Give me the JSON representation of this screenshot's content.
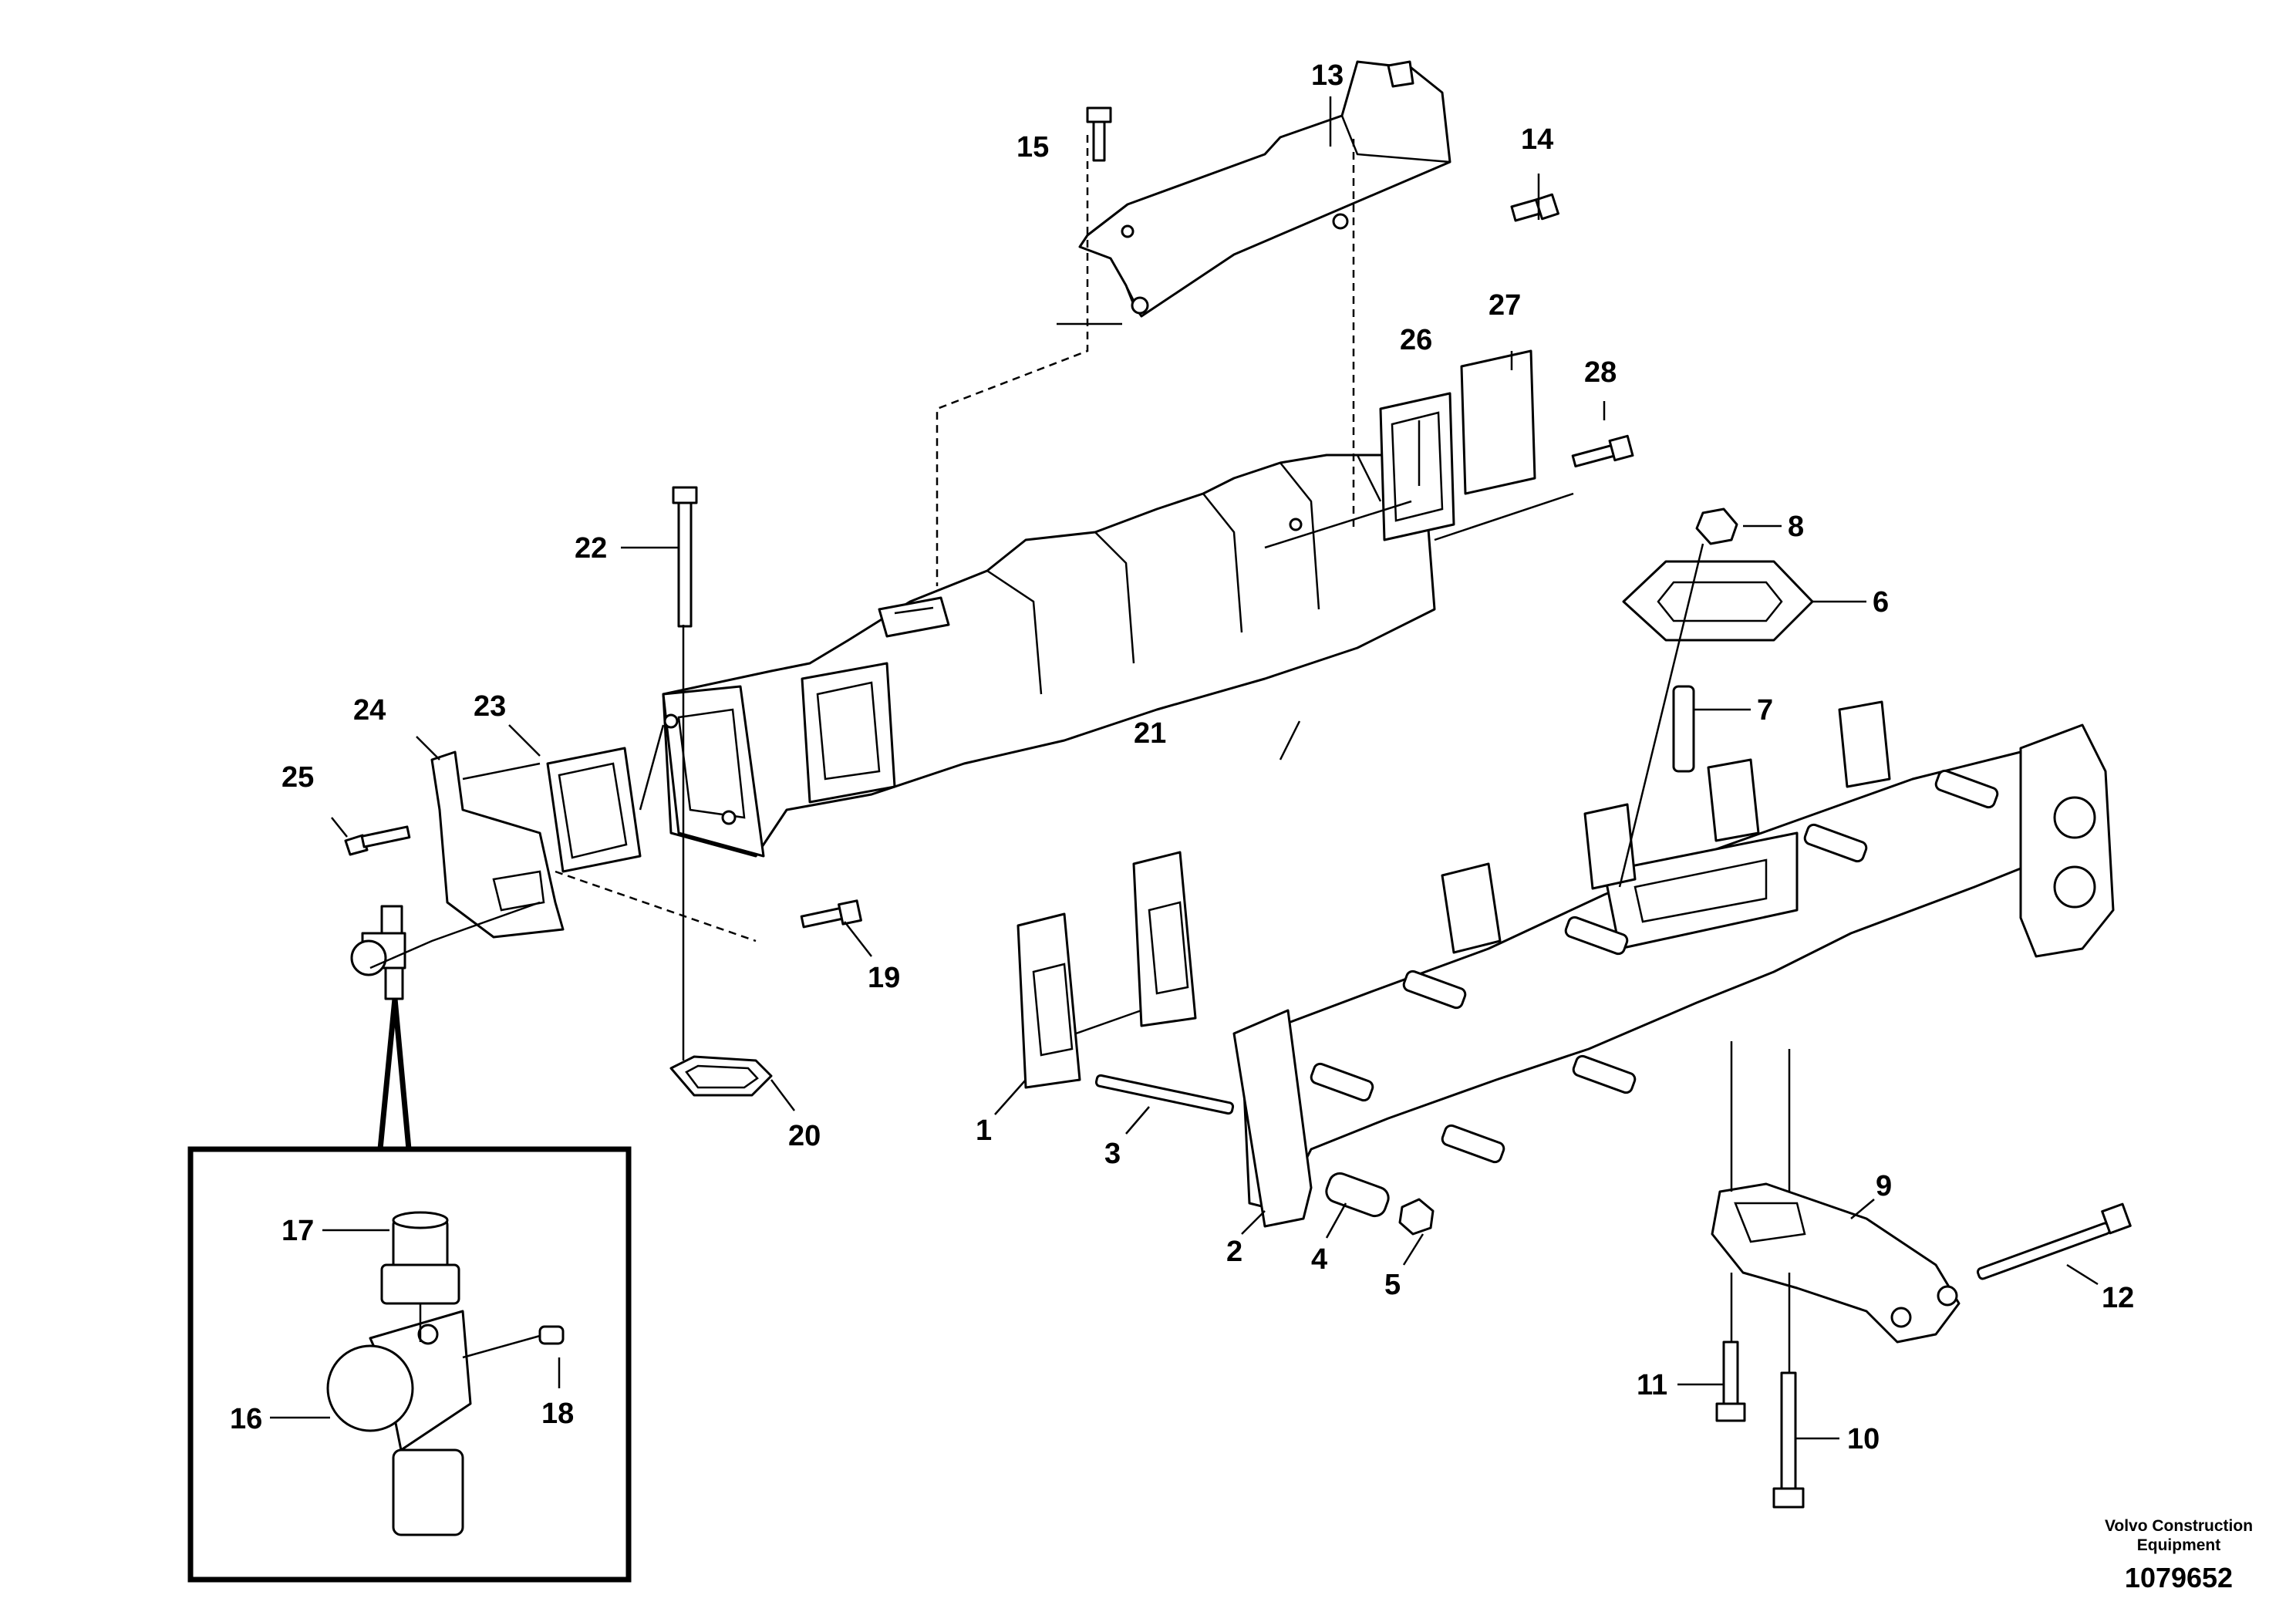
{
  "diagram": {
    "callouts": [
      "1",
      "2",
      "3",
      "4",
      "5",
      "6",
      "7",
      "8",
      "9",
      "10",
      "11",
      "12",
      "13",
      "14",
      "15",
      "16",
      "17",
      "18",
      "19",
      "20",
      "21",
      "22",
      "23",
      "24",
      "25",
      "26",
      "27",
      "28"
    ],
    "credit_line1": "Volvo Construction",
    "credit_line2": "Equipment",
    "reference_number": "1079652"
  }
}
